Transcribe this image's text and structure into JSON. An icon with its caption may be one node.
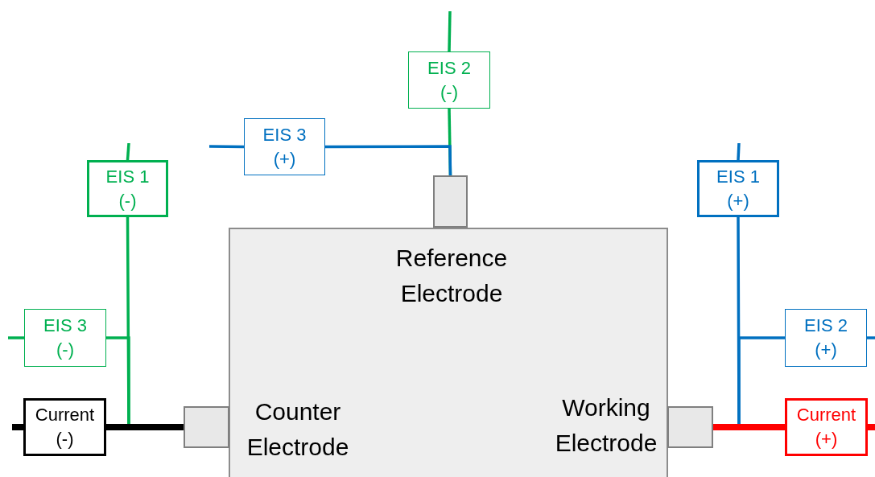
{
  "diagram": {
    "nodes": [
      {
        "text": [],
        "shape": "box"
      },
      {
        "text": [
          "Reference Electrode"
        ],
        "in": 0
      },
      {
        "text": [
          "Counter Electrode"
        ],
        "in": 0
      },
      {
        "text": [
          "Working Electrode"
        ],
        "in": 0
      },
      {
        "text": [],
        "shape": "box"
      },
      {
        "text": [],
        "shape": "box"
      },
      {
        "text": [],
        "shape": "box"
      },
      {
        "text": [
          "EIS 2",
          "(-)"
        ]
      },
      {
        "text": [
          "EIS 3",
          "(+)"
        ]
      },
      {
        "text": [
          "EIS 1",
          "(-)"
        ]
      },
      {
        "text": [
          "EIS 3",
          "(-)"
        ]
      },
      {
        "text": [
          "Current",
          "(-)"
        ]
      },
      {
        "text": [
          "EIS 1",
          "(+)"
        ]
      },
      {
        "text": [
          "EIS 2",
          "(+)"
        ]
      },
      {
        "text": [
          "Current",
          "(+)"
        ]
      }
    ],
    "edges": [
      {
        "from": 4,
        "to": 7,
        "arrow": "none",
        "color": "#00b050"
      },
      {
        "from": 7,
        "to": null,
        "arrow": "none",
        "color": "#00b050"
      },
      {
        "from": 8,
        "to": 4,
        "arrow": "none",
        "color": "#0070c0"
      },
      {
        "from": null,
        "to": 8,
        "arrow": "none",
        "color": "#0070c0"
      },
      {
        "from": 5,
        "to": 9,
        "arrow": "none",
        "color": "#00b050"
      },
      {
        "from": 9,
        "to": null,
        "arrow": "none",
        "color": "#00b050"
      },
      {
        "from": 10,
        "to": 5,
        "arrow": "none",
        "color": "#00b050"
      },
      {
        "from": 10,
        "to": null,
        "arrow": "none",
        "color": "#00b050"
      },
      {
        "from": 5,
        "to": 11,
        "arrow": "none",
        "style": "thick",
        "color": "#000000"
      },
      {
        "from": 11,
        "to": null,
        "arrow": "none",
        "style": "thick",
        "color": "#000000"
      },
      {
        "from": 6,
        "to": 12,
        "arrow": "none",
        "color": "#0070c0"
      },
      {
        "from": 12,
        "to": null,
        "arrow": "none",
        "color": "#0070c0"
      },
      {
        "from": 13,
        "to": 6,
        "arrow": "none",
        "color": "#0070c0"
      },
      {
        "from": 13,
        "to": null,
        "arrow": "none",
        "color": "#0070c0"
      },
      {
        "from": 6,
        "to": 14,
        "arrow": "none",
        "style": "thick",
        "color": "#ff0000"
      },
      {
        "from": 14,
        "to": null,
        "arrow": "none",
        "style": "thick",
        "color": "#ff0000"
      }
    ]
  }
}
